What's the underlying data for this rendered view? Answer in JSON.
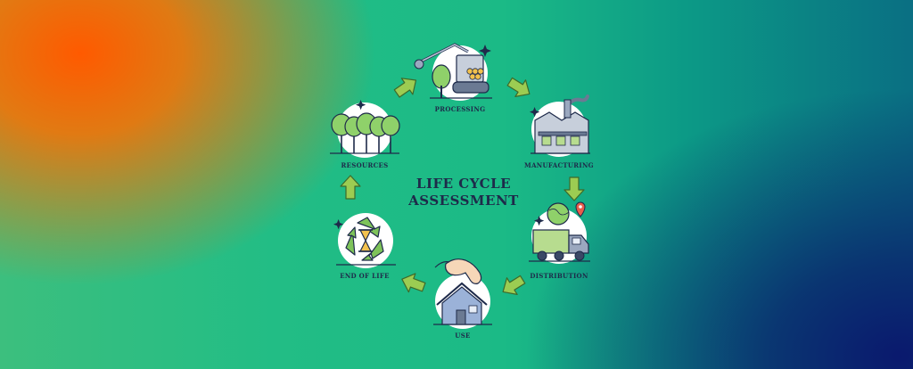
{
  "title": {
    "line1": "LIFE CYCLE",
    "line2": "ASSESSMENT"
  },
  "stages": {
    "processing": "PROCESSING",
    "manufacturing": "MANUFACTURING",
    "distribution": "DISTRIBUTION",
    "use": "USE",
    "end_of_life": "END OF LIFE",
    "resources": "RESOURCES"
  },
  "colors": {
    "arrow": "#9ccc52",
    "arrow_outline": "#3d6a2a",
    "outline": "#1e2a4a",
    "icon_circle": "#ffffff",
    "tree_green": "#8fd16a",
    "recycle_green": "#7ec35a",
    "sand": "#f2c14e",
    "house_blue": "#9bb2d8",
    "factory_gray": "#c7cfdb",
    "truck_green": "#b7dc8f"
  }
}
